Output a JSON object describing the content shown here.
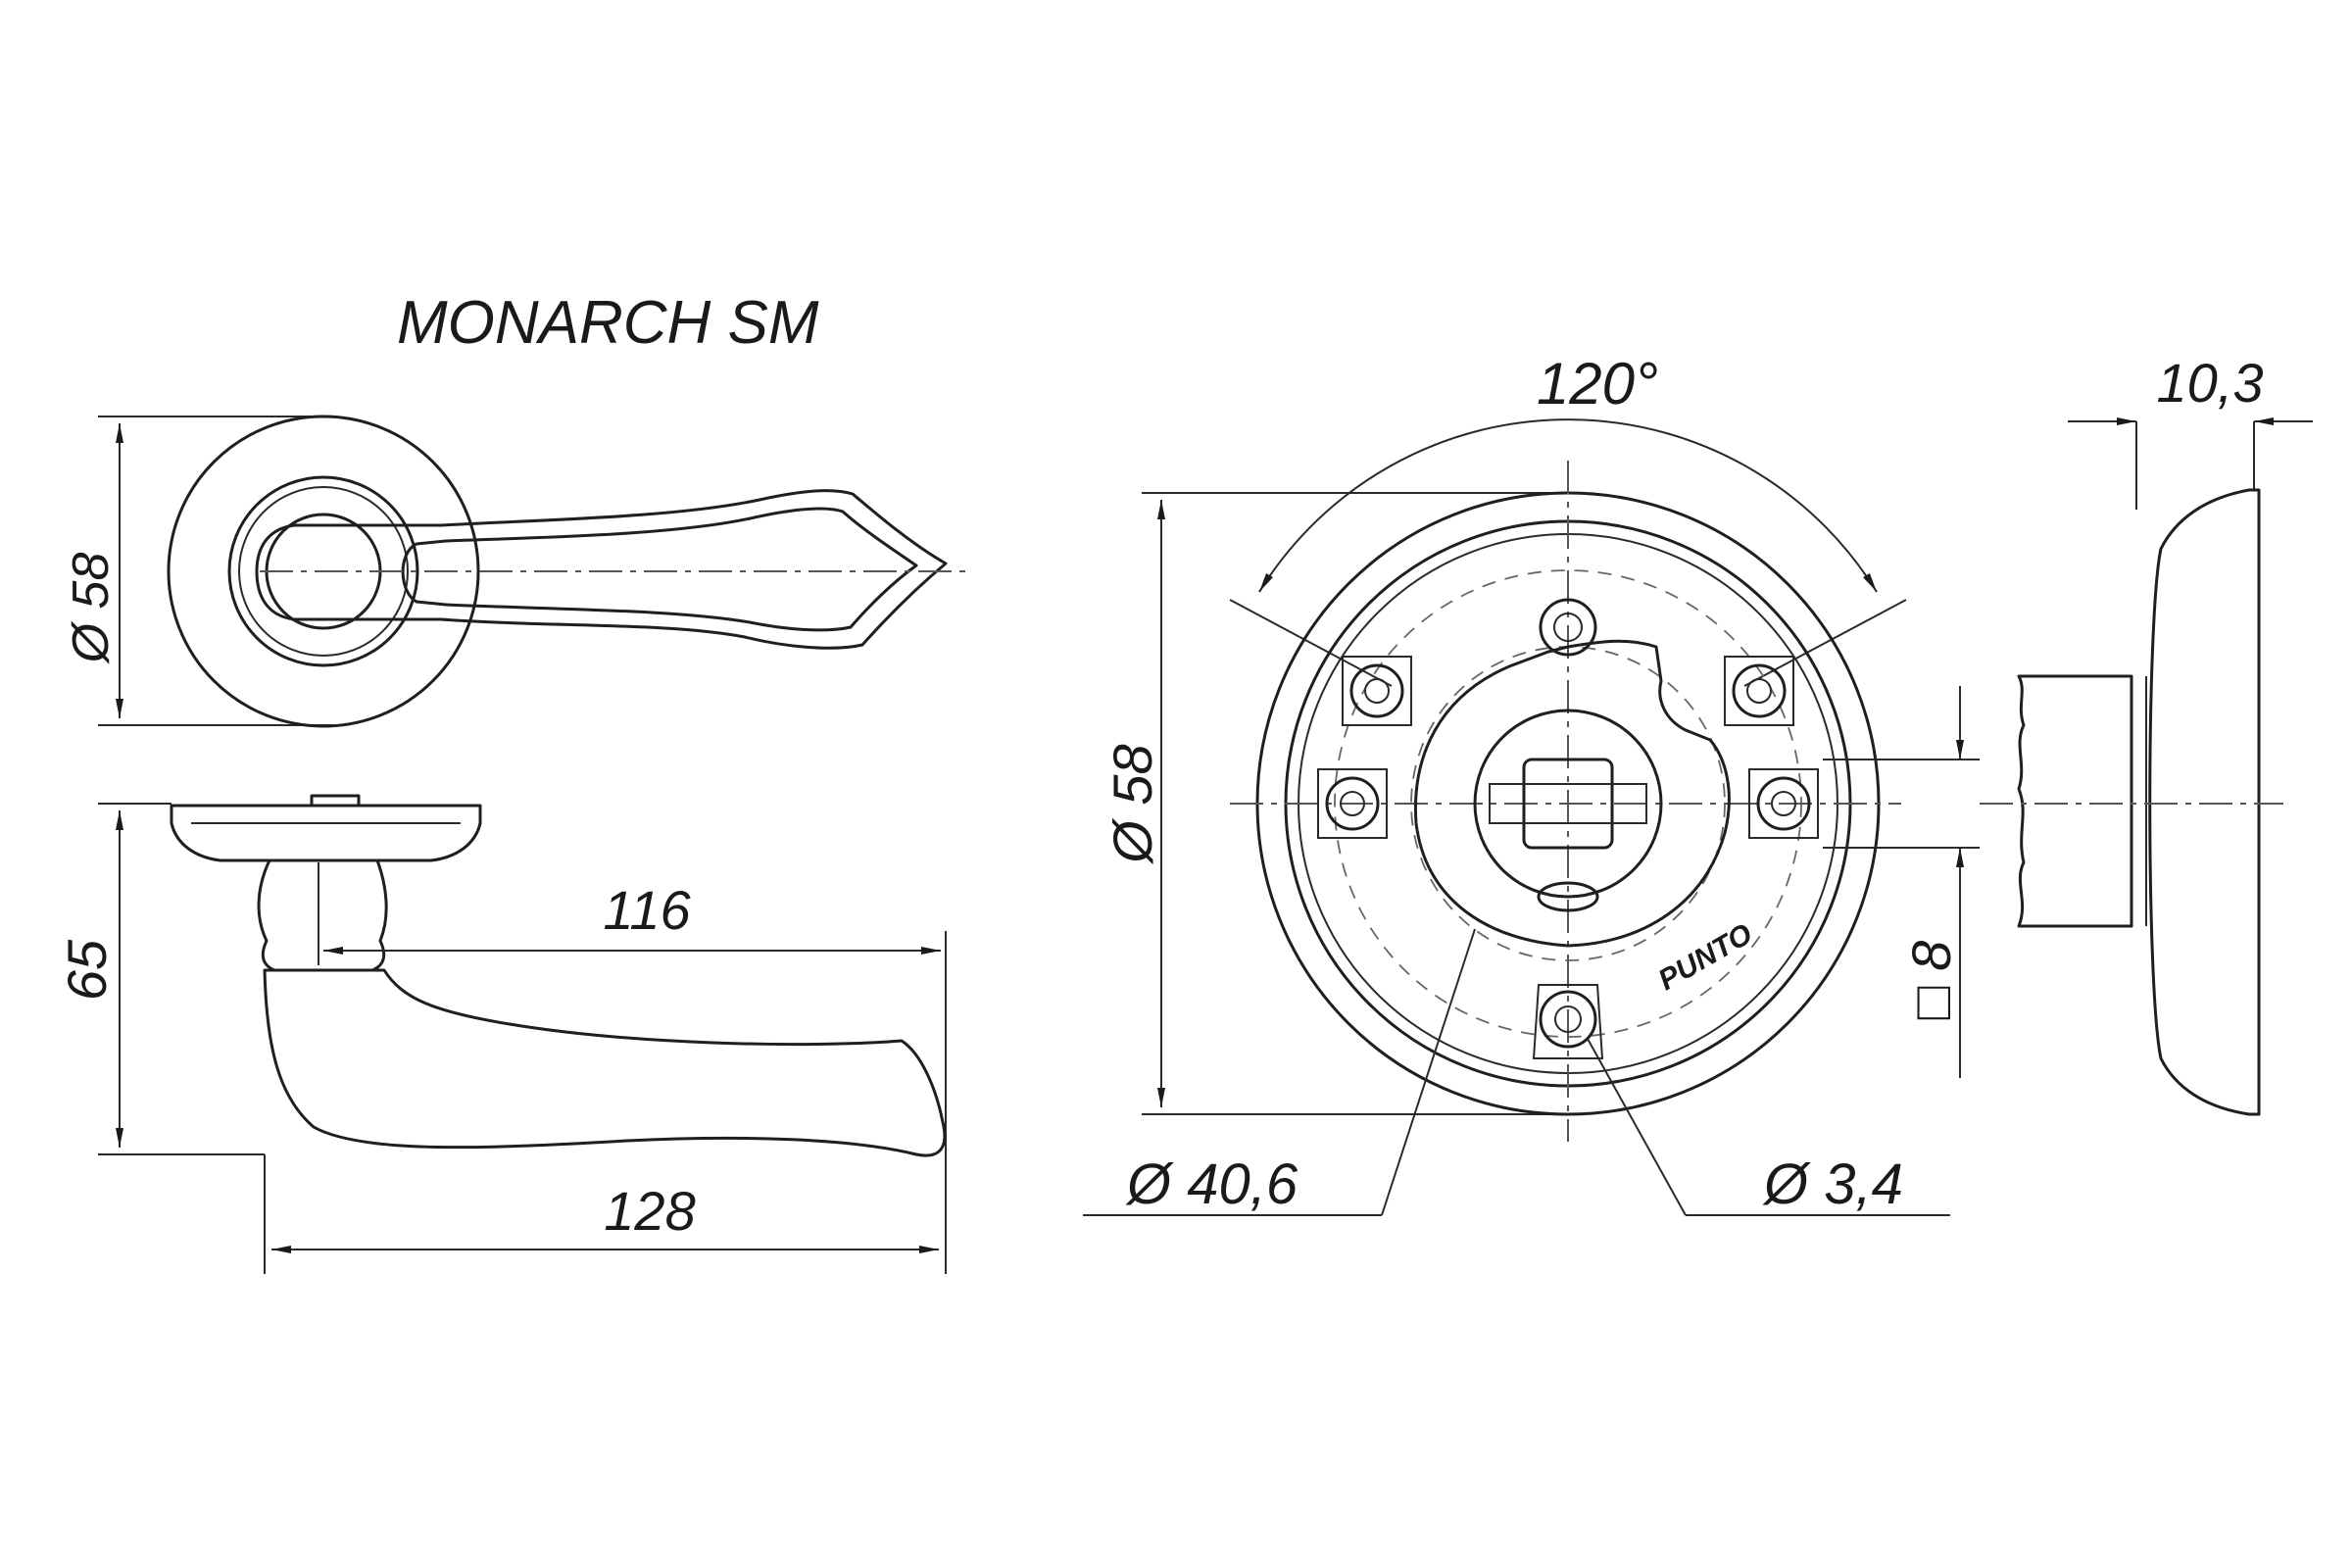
{
  "title": "MONARCH SM",
  "dimensions": {
    "rose_diameter_top": "Ø 58",
    "height": "65",
    "handle_reach": "116",
    "total_length": "128",
    "angle": "120°",
    "rose_diameter_front": "Ø 58",
    "thickness": "10,3",
    "square_spindle": "□ 8",
    "inner_diameter": "Ø 40,6",
    "screw_hole": "Ø 3,4"
  },
  "brand_mark": "PUNTO"
}
